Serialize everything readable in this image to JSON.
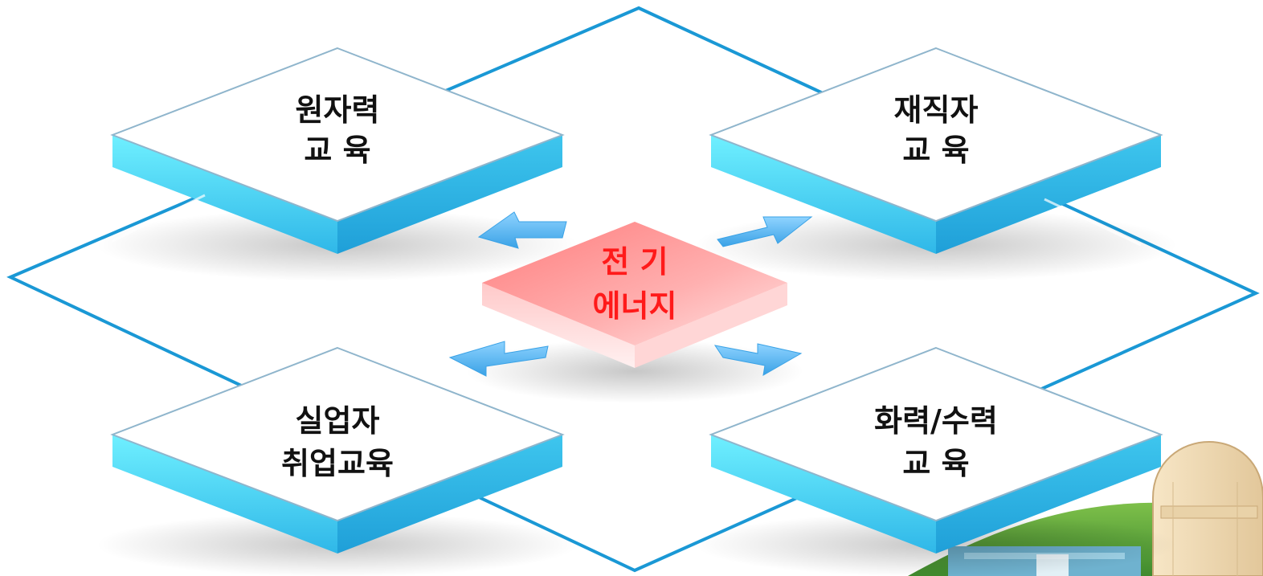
{
  "diagram": {
    "center": {
      "line1": "전 기",
      "line2": "에너지"
    },
    "nodes": [
      {
        "id": "top-left",
        "line1": "원자력",
        "line2": "교 육"
      },
      {
        "id": "top-right",
        "line1": "재직자",
        "line2": "교 육"
      },
      {
        "id": "bottom-left",
        "line1": "실업자",
        "line2": "취업교육"
      },
      {
        "id": "bottom-right",
        "line1": "화력/수력",
        "line2": "교 육"
      }
    ],
    "colors": {
      "outline": "#1a98d5",
      "tile_side": "#5ad7f0",
      "center_tile": "#ff8a8a",
      "center_text": "#ff1a1a",
      "arrow": "#5bb8f0"
    }
  }
}
